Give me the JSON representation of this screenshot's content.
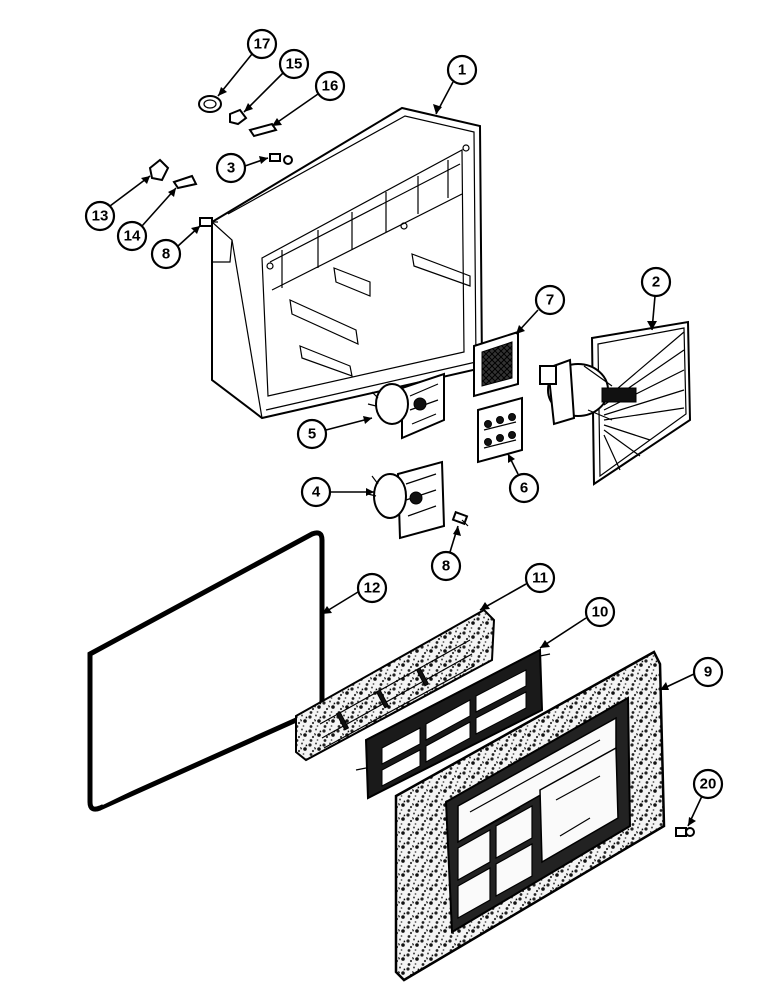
{
  "callouts": {
    "c1": "1",
    "c2": "2",
    "c3": "3",
    "c4": "4",
    "c5": "5",
    "c6": "6",
    "c7": "7",
    "c8a": "8",
    "c8b": "8",
    "c9": "9",
    "c10": "10",
    "c11": "11",
    "c12": "12",
    "c13": "13",
    "c14": "14",
    "c15": "15",
    "c16": "16",
    "c17": "17",
    "c20": "20"
  }
}
